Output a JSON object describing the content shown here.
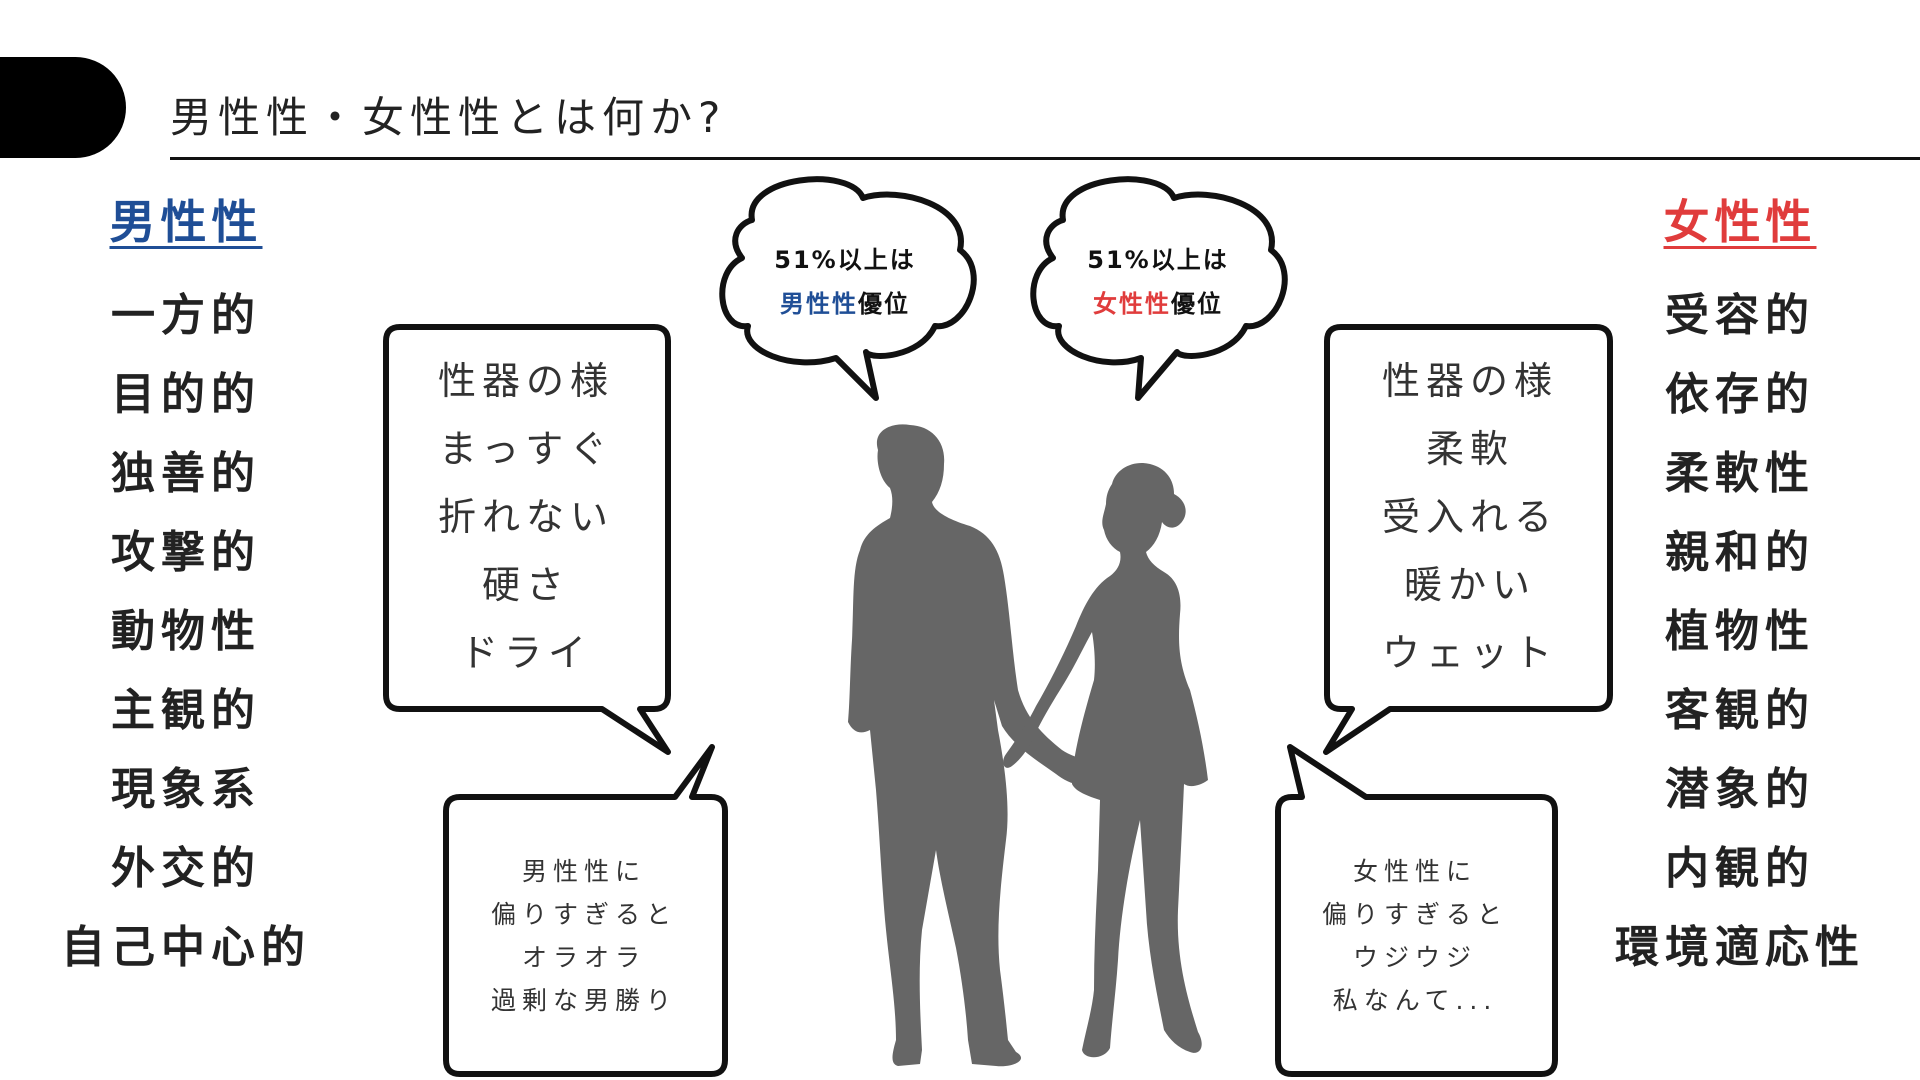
{
  "header": {
    "title": "男性性・女性性とは何か?"
  },
  "masculine": {
    "heading": "男性性",
    "color": "#1f4e96",
    "traits": [
      "一方的",
      "目的的",
      "独善的",
      "攻撃的",
      "動物性",
      "主観的",
      "現象系",
      "外交的",
      "自己中心的"
    ]
  },
  "feminine": {
    "heading": "女性性",
    "color": "#e03c3c",
    "traits": [
      "受容的",
      "依存的",
      "柔軟性",
      "親和的",
      "植物性",
      "客観的",
      "潜象的",
      "内観的",
      "環境適応性"
    ]
  },
  "clouds": {
    "left": {
      "line1": "51%以上は",
      "highlight": "男性性",
      "suffix": "優位"
    },
    "right": {
      "line1": "51%以上は",
      "highlight": "女性性",
      "suffix": "優位"
    }
  },
  "bubbles": {
    "left_big": [
      "性器の様",
      "まっすぐ",
      "折れない",
      "硬さ",
      "ドライ"
    ],
    "right_big": [
      "性器の様",
      "柔軟",
      "受入れる",
      "暖かい",
      "ウェット"
    ],
    "left_small": [
      "男性性に",
      "偏りすぎると",
      "オラオラ",
      "過剰な男勝り"
    ],
    "right_small": [
      "女性性に",
      "偏りすぎると",
      "ウジウジ",
      "私なんて..."
    ]
  },
  "icons": {
    "figures": "couple-silhouette-icon"
  },
  "colors": {
    "silhouette": "#666666",
    "outline": "#111111"
  }
}
